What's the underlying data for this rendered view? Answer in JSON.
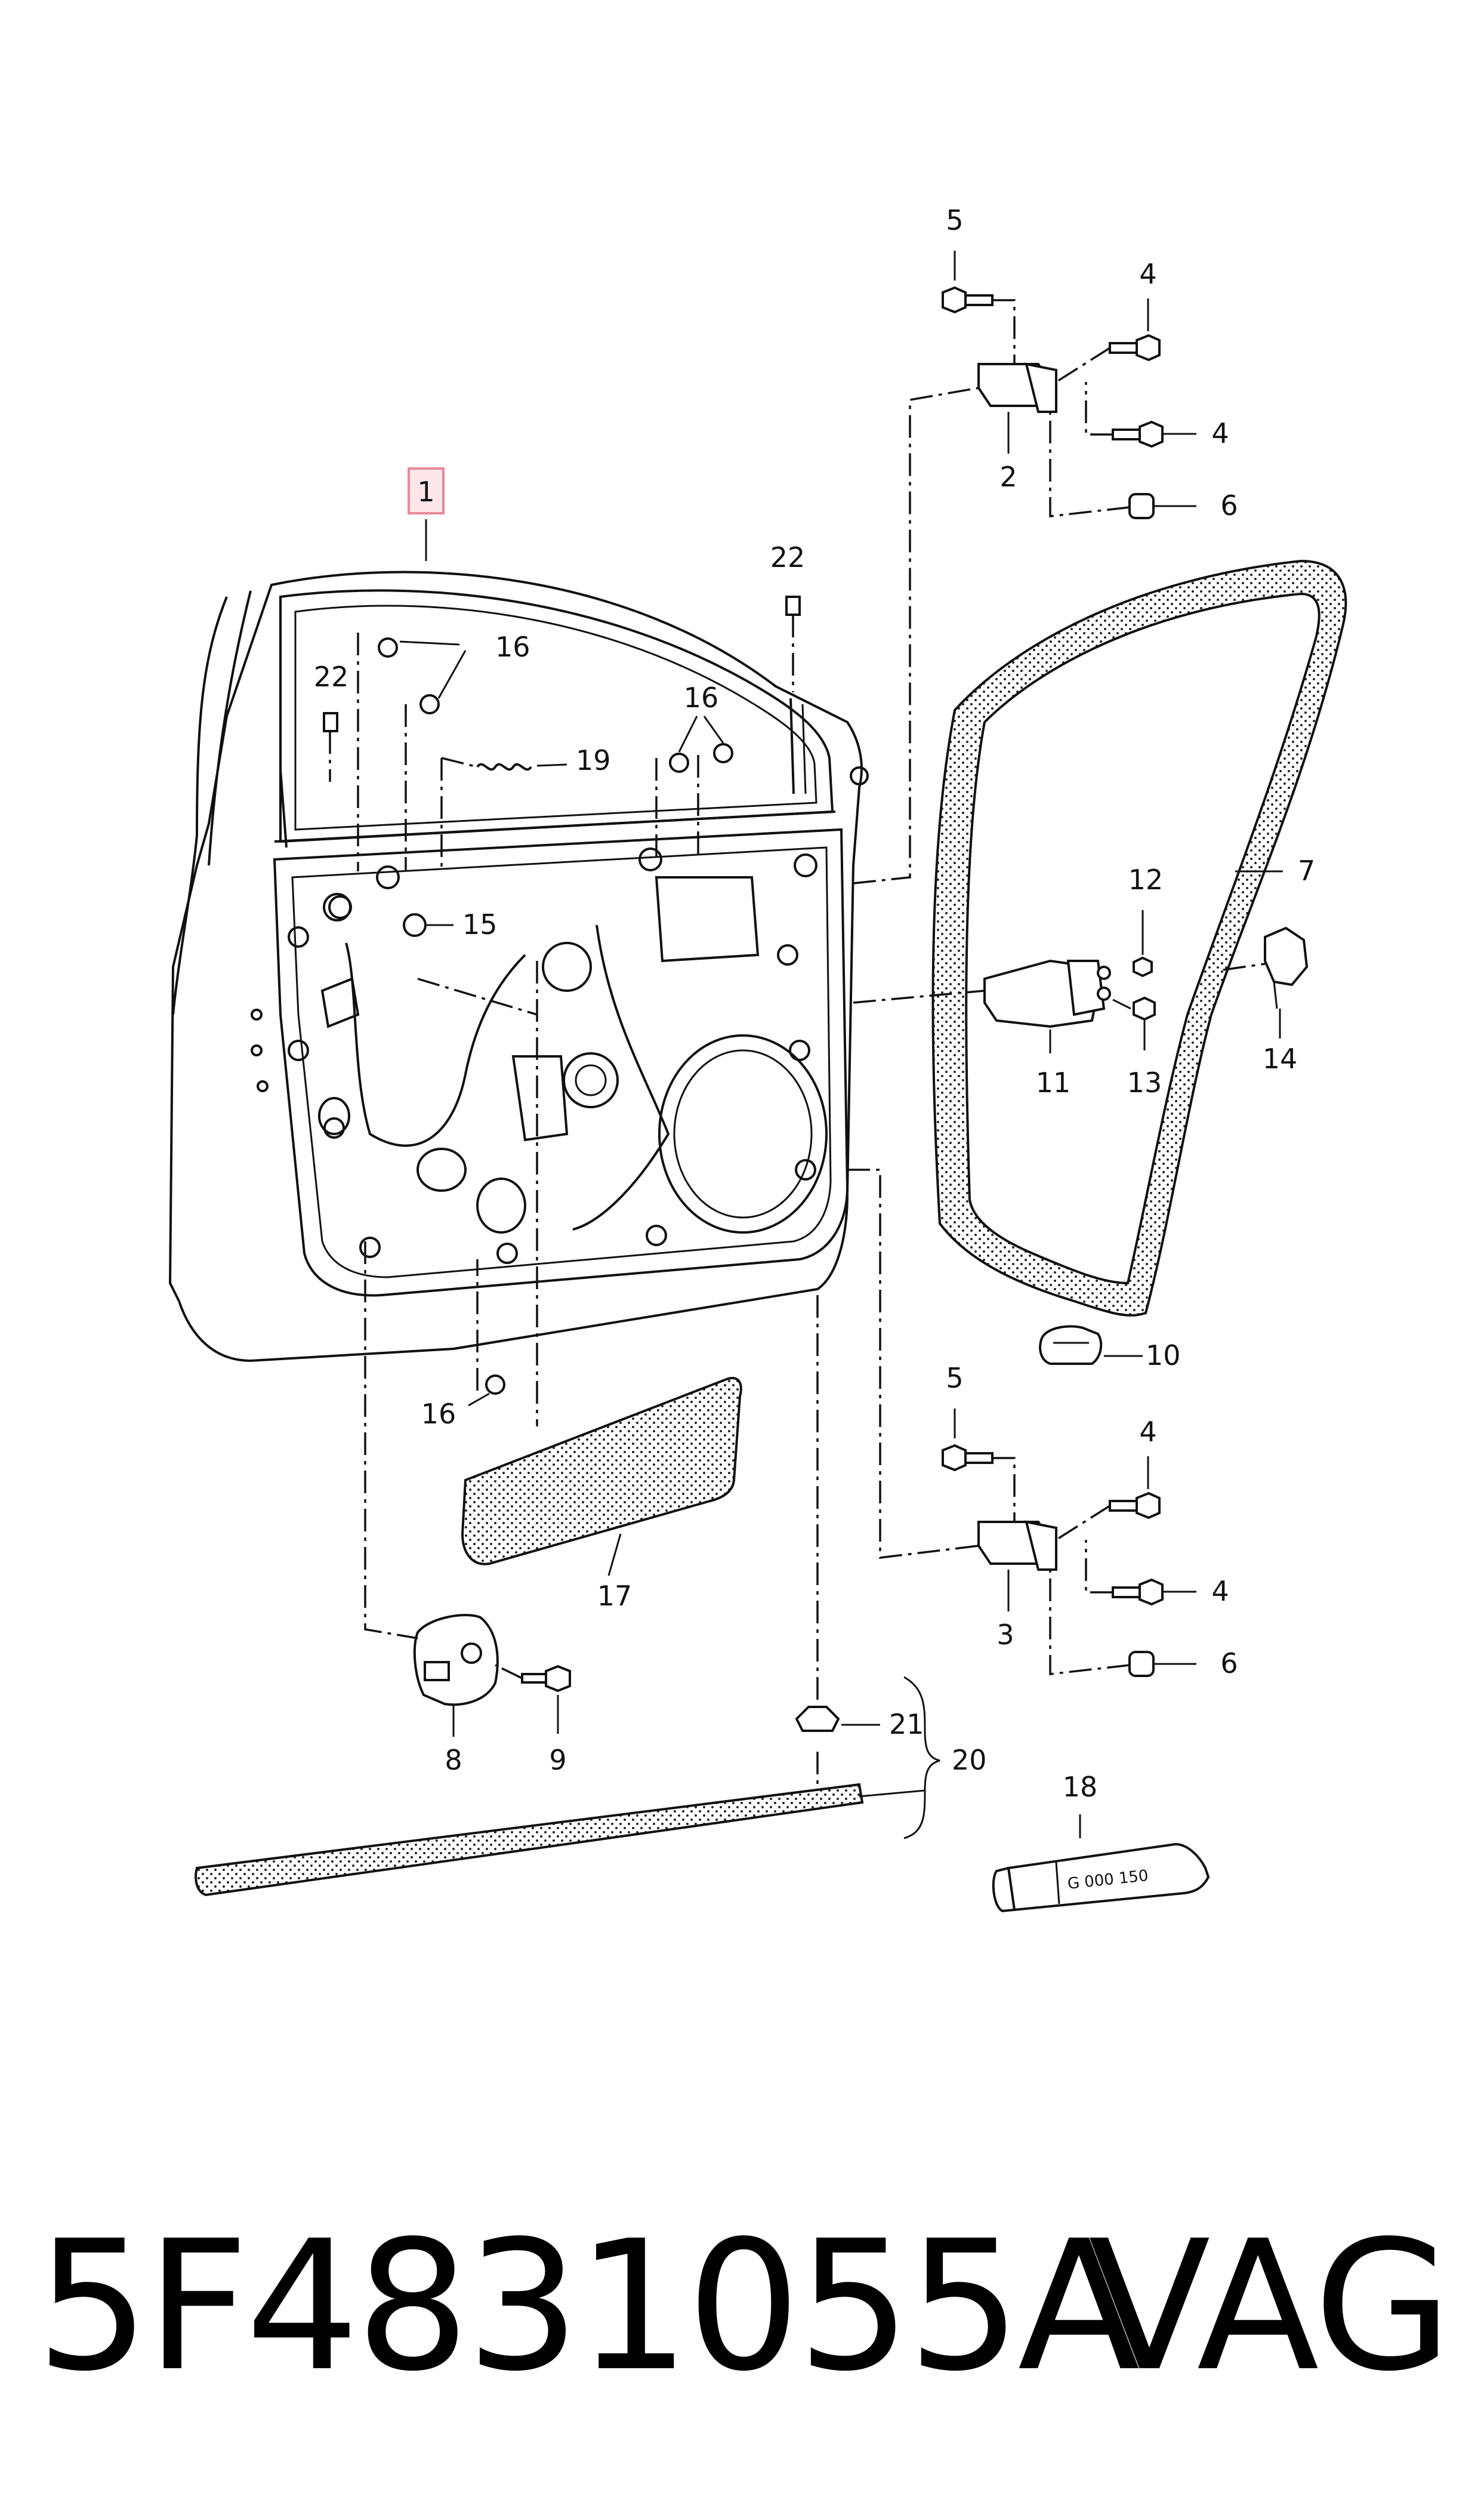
{
  "callouts": {
    "c1": "1",
    "c2": "2",
    "c3": "3",
    "c4a": "4",
    "c4b": "4",
    "c4c": "4",
    "c4d": "4",
    "c5a": "5",
    "c5b": "5",
    "c6a": "6",
    "c6b": "6",
    "c7": "7",
    "c8": "8",
    "c9": "9",
    "c10": "10",
    "c11": "11",
    "c12": "12",
    "c13": "13",
    "c14": "14",
    "c15": "15",
    "c16a": "16",
    "c16b": "16",
    "c16c": "16",
    "c17": "17",
    "c18": "18",
    "c19": "19",
    "c20": "20",
    "c21": "21",
    "c22a": "22",
    "c22b": "22"
  },
  "tube_label": "G 000 150",
  "footer": {
    "part_number": "5F4831055A",
    "brand": "VAG"
  },
  "colors": {
    "highlight_fill": "#fde6ea",
    "highlight_stroke": "#e58a9b",
    "line": "#111111"
  }
}
